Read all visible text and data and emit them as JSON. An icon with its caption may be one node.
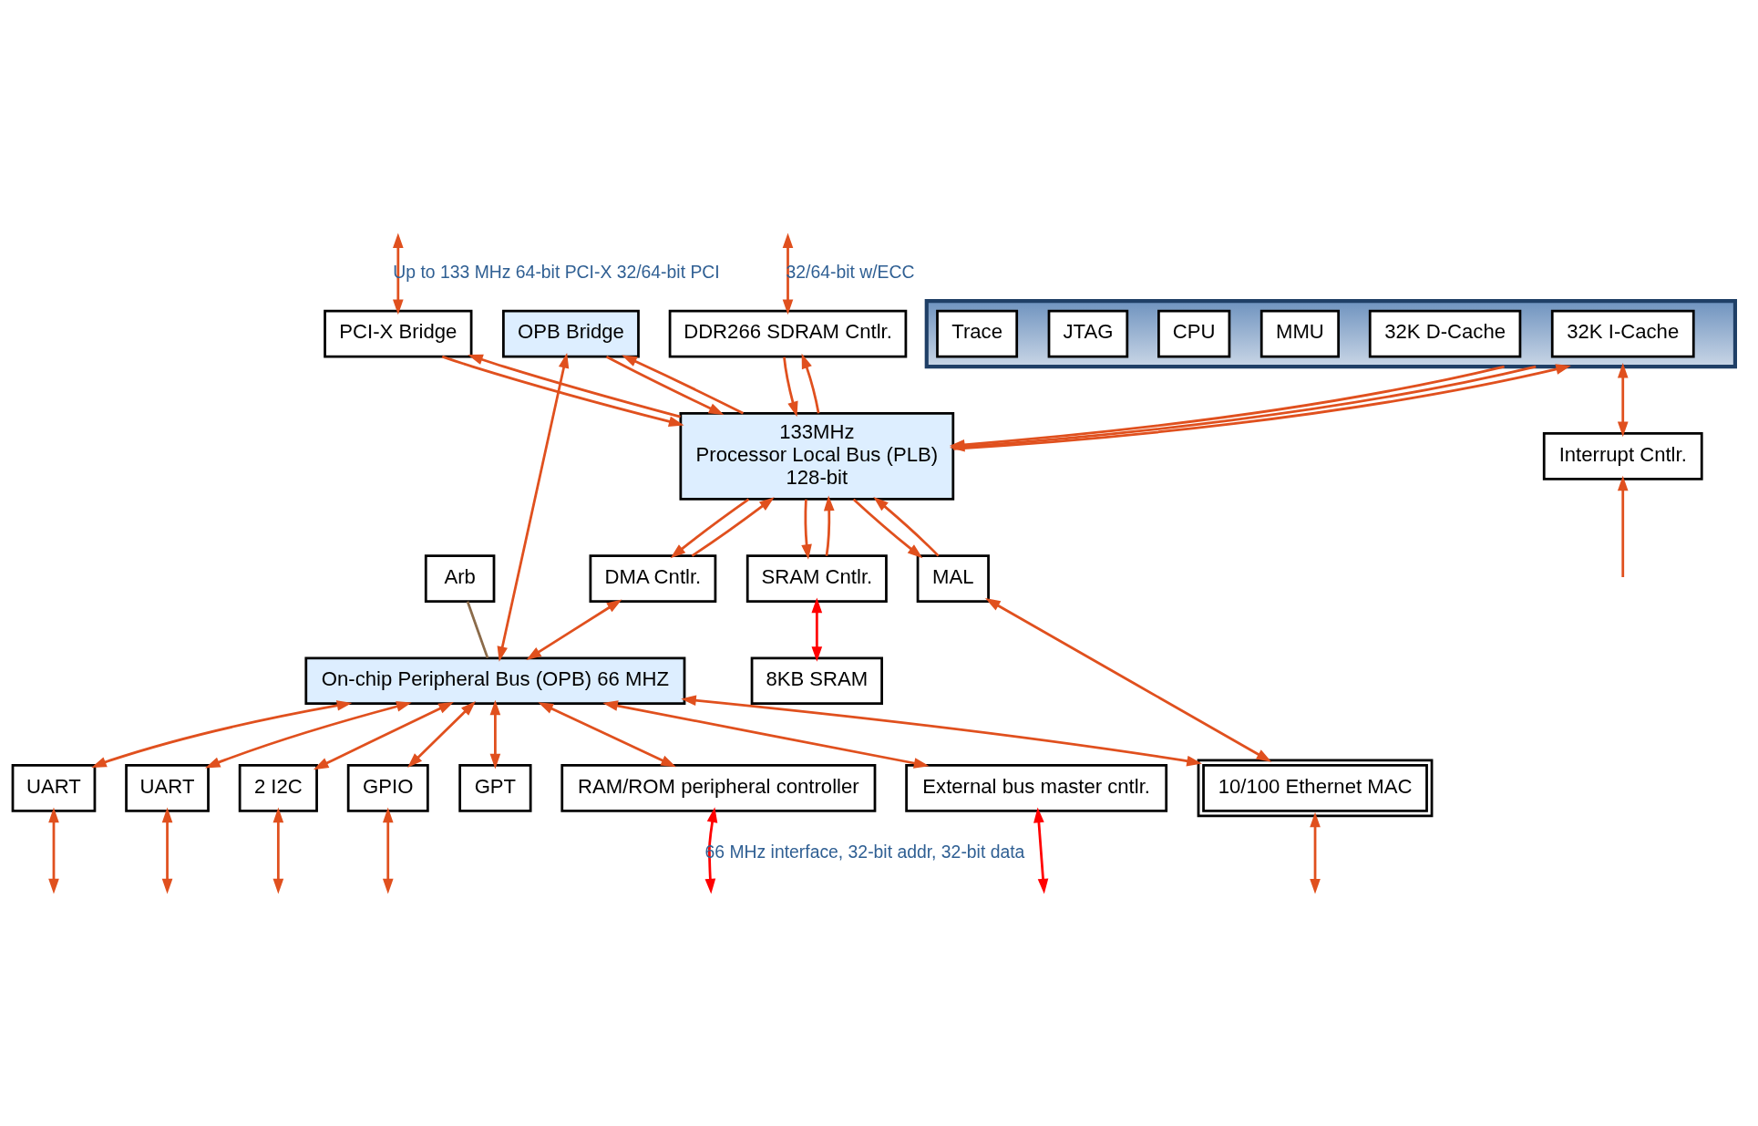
{
  "diagram": {
    "nodes": [
      {
        "text": [
          "PCI-X Bridge"
        ]
      },
      {
        "text": [
          "DDR266 SDRAM Cntlr."
        ]
      },
      {
        "text": [
          "Arb"
        ]
      },
      {
        "text": [
          "RAM/ROM peripheral controller"
        ]
      },
      {
        "text": [
          "OPB Bridge"
        ]
      },
      {
        "text": [
          "External bus master cntlr."
        ]
      },
      {
        "text": [
          "On-chip Peripheral Bus (OPB) 66 MHZ"
        ]
      },
      {
        "text": [
          "UART"
        ]
      },
      {
        "text": [
          "UART"
        ]
      },
      {
        "text": [
          "133MHz",
          "Processor Local Bus (PLB)",
          "128-bit"
        ]
      },
      {
        "text": [
          "2 I2C"
        ]
      },
      {
        "text": [
          "GPIO"
        ]
      },
      {
        "text": [
          "SRAM Cntlr."
        ]
      },
      {
        "text": [
          "8KB SRAM"
        ]
      },
      {
        "text": [
          "DMA Cntlr."
        ]
      },
      {
        "text": [
          "GPT"
        ]
      },
      {
        "text": [],
        "shape": "box"
      },
      {
        "text": [
          "32K I-Cache"
        ],
        "in": 16
      },
      {
        "text": [
          "32K D-Cache"
        ],
        "in": 16
      },
      {
        "text": [
          "MMU"
        ],
        "in": 16
      },
      {
        "text": [
          "CPU"
        ],
        "in": 16
      },
      {
        "text": [
          "JTAG"
        ],
        "in": 16
      },
      {
        "text": [
          "Trace"
        ],
        "in": 16
      },
      {
        "text": [
          "Interrupt Cntlr."
        ]
      },
      {
        "text": [
          "MAL"
        ]
      },
      {
        "text": [
          "10/100 Ethernet MAC"
        ]
      }
    ],
    "edges": [
      {
        "from": null,
        "to": 0,
        "arrow": "both",
        "label": "Up to 133 MHz 64-bit PCI-X 32/64-bit PCI"
      },
      {
        "from": null,
        "to": 1,
        "arrow": "both",
        "label": "32/64-bit w/ECC"
      },
      {
        "from": 2,
        "to": 6,
        "arrow": "none",
        "color": "#8b6b4a"
      },
      {
        "from": 0,
        "to": 9,
        "arrow": "to"
      },
      {
        "from": 9,
        "to": 0,
        "arrow": "to"
      },
      {
        "from": 1,
        "to": 9,
        "arrow": "to"
      },
      {
        "from": 9,
        "to": 1,
        "arrow": "to"
      },
      {
        "from": 4,
        "to": 9,
        "arrow": "to"
      },
      {
        "from": 9,
        "to": 4,
        "arrow": "to"
      },
      {
        "from": 4,
        "to": 6,
        "arrow": "both"
      },
      {
        "from": 6,
        "to": 3,
        "arrow": "both"
      },
      {
        "from": 6,
        "to": 5,
        "arrow": "both"
      },
      {
        "from": 3,
        "to": null,
        "arrow": "both",
        "color": "#ff0000",
        "label": "66 MHz interface, 32-bit addr, 32-bit data"
      },
      {
        "from": 5,
        "to": null,
        "arrow": "both",
        "color": "#ff0000"
      },
      {
        "from": 6,
        "to": 7,
        "arrow": "both"
      },
      {
        "from": 7,
        "to": null,
        "arrow": "both"
      },
      {
        "from": 6,
        "to": 8,
        "arrow": "both"
      },
      {
        "from": 8,
        "to": null,
        "arrow": "both"
      },
      {
        "from": 6,
        "to": 10,
        "arrow": "both"
      },
      {
        "from": 10,
        "to": null,
        "arrow": "both"
      },
      {
        "from": 6,
        "to": 11,
        "arrow": "both"
      },
      {
        "from": 11,
        "to": null,
        "arrow": "both"
      },
      {
        "from": 6,
        "to": 15,
        "arrow": "both"
      },
      {
        "from": 16,
        "to": 9,
        "arrow": "to"
      },
      {
        "from": 16,
        "to": 9,
        "arrow": "to"
      },
      {
        "from": 9,
        "to": 16,
        "arrow": "to"
      },
      {
        "from": 9,
        "to": 12,
        "arrow": "to"
      },
      {
        "from": 12,
        "to": 9,
        "arrow": "to"
      },
      {
        "from": 12,
        "to": 13,
        "arrow": "both",
        "color": "#ff0000"
      },
      {
        "from": 9,
        "to": 24,
        "arrow": "to"
      },
      {
        "from": 24,
        "to": 9,
        "arrow": "to"
      },
      {
        "from": 9,
        "to": 14,
        "arrow": "to"
      },
      {
        "from": 14,
        "to": 9,
        "arrow": "to"
      },
      {
        "from": 14,
        "to": 6,
        "arrow": "both"
      },
      {
        "from": 16,
        "to": 23,
        "arrow": "both"
      },
      {
        "from": null,
        "to": 23,
        "arrow": "to"
      },
      {
        "from": 24,
        "to": 25,
        "arrow": "both"
      },
      {
        "from": 6,
        "to": 25,
        "arrow": "both"
      },
      {
        "from": 25,
        "to": null,
        "arrow": "both"
      }
    ]
  }
}
